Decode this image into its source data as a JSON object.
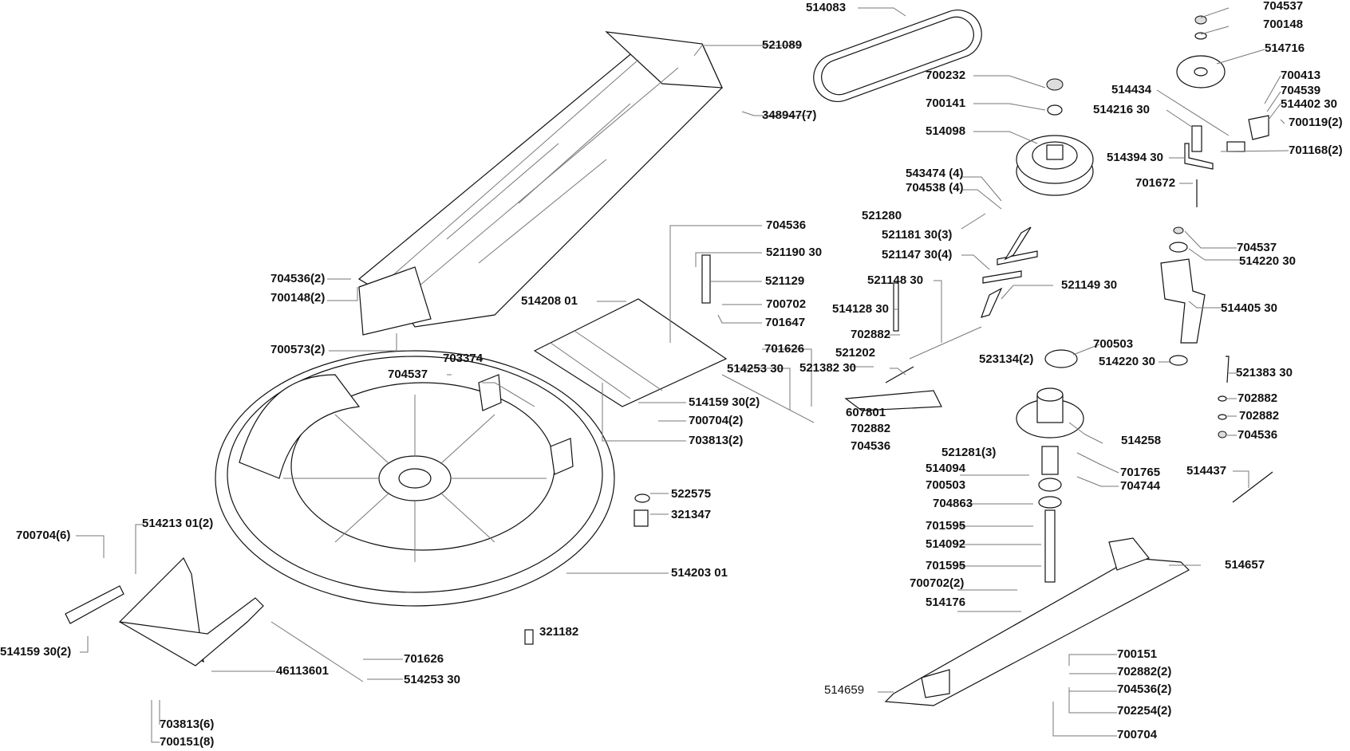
{
  "diagram": {
    "type": "exploded-parts-diagram",
    "subject": "mower deck with collector chute, belt drive and blade assembly",
    "labels": [
      {
        "id": "l1",
        "text": "514083"
      },
      {
        "id": "l2",
        "text": "521089"
      },
      {
        "id": "l3",
        "text": "348947(7)"
      },
      {
        "id": "l4",
        "text": "700232"
      },
      {
        "id": "l5",
        "text": "700141"
      },
      {
        "id": "l6",
        "text": "514098"
      },
      {
        "id": "l7",
        "text": "543474 (4)"
      },
      {
        "id": "l8",
        "text": "704538 (4)"
      },
      {
        "id": "l9",
        "text": "521280"
      },
      {
        "id": "l10",
        "text": "521181 30(3)"
      },
      {
        "id": "l11",
        "text": "521147 30(4)"
      },
      {
        "id": "l12",
        "text": "521148 30"
      },
      {
        "id": "l13",
        "text": "521149 30"
      },
      {
        "id": "l14",
        "text": "514128 30"
      },
      {
        "id": "l15",
        "text": "702882"
      },
      {
        "id": "l16",
        "text": "521202"
      },
      {
        "id": "l17",
        "text": "521382 30"
      },
      {
        "id": "l18",
        "text": "523134(2)"
      },
      {
        "id": "l19",
        "text": "700503"
      },
      {
        "id": "l20",
        "text": "607801"
      },
      {
        "id": "l21",
        "text": "702882"
      },
      {
        "id": "l22",
        "text": "704536"
      },
      {
        "id": "l23",
        "text": "514258"
      },
      {
        "id": "l24",
        "text": "521281(3)"
      },
      {
        "id": "l25",
        "text": "514094"
      },
      {
        "id": "l26",
        "text": "701765"
      },
      {
        "id": "l27",
        "text": "700503"
      },
      {
        "id": "l28",
        "text": "704744"
      },
      {
        "id": "l29",
        "text": "704863"
      },
      {
        "id": "l30",
        "text": "701595"
      },
      {
        "id": "l31",
        "text": "514092"
      },
      {
        "id": "l32",
        "text": "701595"
      },
      {
        "id": "l33",
        "text": "700702(2)"
      },
      {
        "id": "l34",
        "text": "514176"
      },
      {
        "id": "l35",
        "text": "514657"
      },
      {
        "id": "l36",
        "text": "700151"
      },
      {
        "id": "l37",
        "text": "702882(2)"
      },
      {
        "id": "l38",
        "text": "704536(2)"
      },
      {
        "id": "l39",
        "text": "702254(2)"
      },
      {
        "id": "l40",
        "text": "700704"
      },
      {
        "id": "l41",
        "text": "514659"
      },
      {
        "id": "l42",
        "text": "704537"
      },
      {
        "id": "l43",
        "text": "700148"
      },
      {
        "id": "l44",
        "text": "514716"
      },
      {
        "id": "l45",
        "text": "700413"
      },
      {
        "id": "l46",
        "text": "704539"
      },
      {
        "id": "l47",
        "text": "514402 30"
      },
      {
        "id": "l48",
        "text": "514434"
      },
      {
        "id": "l49",
        "text": "514216 30"
      },
      {
        "id": "l50",
        "text": "700119(2)"
      },
      {
        "id": "l51",
        "text": "514394 30"
      },
      {
        "id": "l52",
        "text": "701168(2)"
      },
      {
        "id": "l53",
        "text": "701672"
      },
      {
        "id": "l54",
        "text": "704537"
      },
      {
        "id": "l55",
        "text": "514220 30"
      },
      {
        "id": "l56",
        "text": "514405 30"
      },
      {
        "id": "l57",
        "text": "514220 30"
      },
      {
        "id": "l58",
        "text": "521383 30"
      },
      {
        "id": "l59",
        "text": "702882"
      },
      {
        "id": "l60",
        "text": "702882"
      },
      {
        "id": "l61",
        "text": "704536"
      },
      {
        "id": "l62",
        "text": "514437"
      },
      {
        "id": "l63",
        "text": "704536"
      },
      {
        "id": "l64",
        "text": "521190 30"
      },
      {
        "id": "l65",
        "text": "521129"
      },
      {
        "id": "l66",
        "text": "514208 01"
      },
      {
        "id": "l67",
        "text": "700702"
      },
      {
        "id": "l68",
        "text": "701647"
      },
      {
        "id": "l69",
        "text": "701626"
      },
      {
        "id": "l70",
        "text": "514253 30"
      },
      {
        "id": "l71",
        "text": "514159 30(2)"
      },
      {
        "id": "l72",
        "text": "700704(2)"
      },
      {
        "id": "l73",
        "text": "703813(2)"
      },
      {
        "id": "l74",
        "text": "704536(2)"
      },
      {
        "id": "l75",
        "text": "700148(2)"
      },
      {
        "id": "l76",
        "text": "700573(2)"
      },
      {
        "id": "l77",
        "text": "703374"
      },
      {
        "id": "l78",
        "text": "704537"
      },
      {
        "id": "l79",
        "text": "522575"
      },
      {
        "id": "l80",
        "text": "321347"
      },
      {
        "id": "l81",
        "text": "514203 01"
      },
      {
        "id": "l82",
        "text": "321182"
      },
      {
        "id": "l83",
        "text": "700704(6)"
      },
      {
        "id": "l84",
        "text": "514213 01(2)"
      },
      {
        "id": "l85",
        "text": "514159 30(2)"
      },
      {
        "id": "l86",
        "text": "46113601"
      },
      {
        "id": "l87",
        "text": "701626"
      },
      {
        "id": "l88",
        "text": "514253 30"
      },
      {
        "id": "l89",
        "text": "703813(6)"
      },
      {
        "id": "l90",
        "text": "700151(8)"
      }
    ]
  }
}
